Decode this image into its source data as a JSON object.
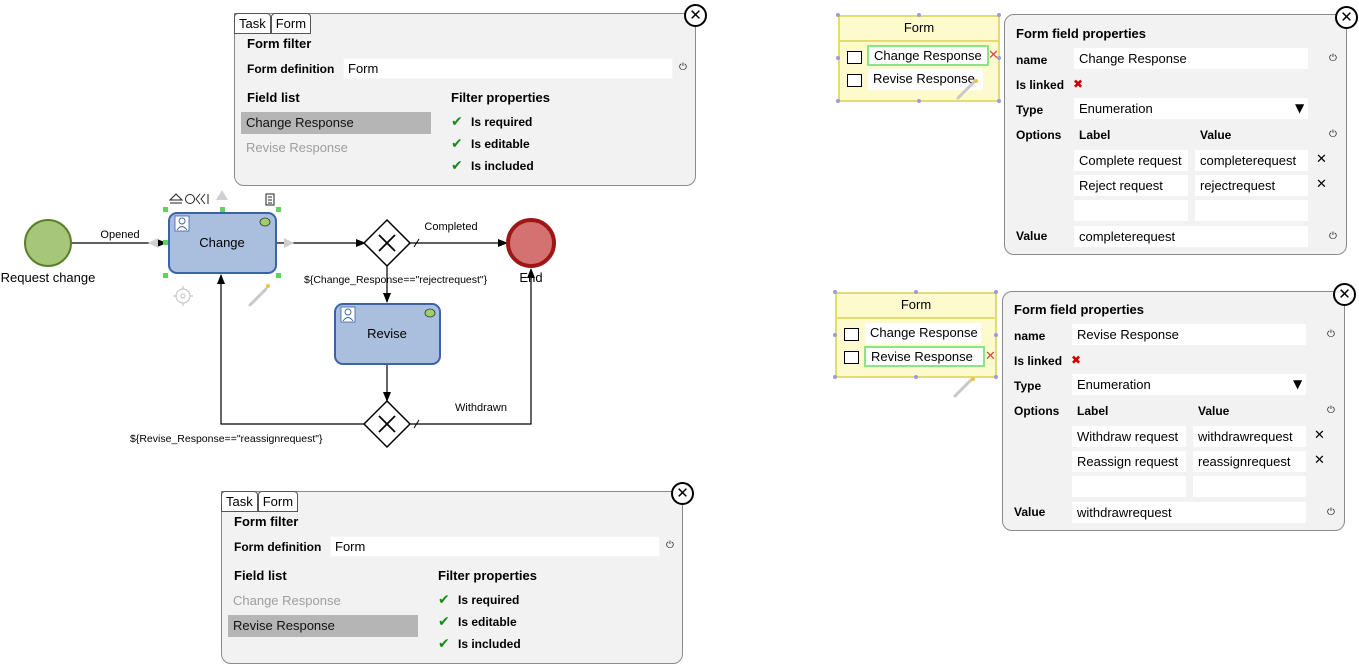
{
  "process": {
    "start_label": "Request change",
    "end_label": "End",
    "task_change": "Change",
    "task_revise": "Revise",
    "flow_opened": "Opened",
    "flow_completed": "Completed",
    "flow_withdrawn": "Withdrawn",
    "cond_reject": "${Change_Response==\"rejectrequest\"}",
    "cond_reassign": "${Revise_Response==\"reassignrequest\"}"
  },
  "filter_top": {
    "tabs": [
      "Task",
      "Form"
    ],
    "title": "Form filter",
    "definition_label": "Form definition",
    "definition_value": "Form",
    "field_list_label": "Field list",
    "fields": [
      "Change Response",
      "Revise Response"
    ],
    "selected_index": 0,
    "filter_props_label": "Filter properties",
    "props": [
      "Is required",
      "Is editable",
      "Is included"
    ]
  },
  "filter_bottom": {
    "tabs": [
      "Task",
      "Form"
    ],
    "title": "Form filter",
    "definition_label": "Form definition",
    "definition_value": "Form",
    "field_list_label": "Field list",
    "fields": [
      "Change Response",
      "Revise Response"
    ],
    "selected_index": 1,
    "filter_props_label": "Filter properties",
    "props": [
      "Is required",
      "Is editable",
      "Is included"
    ]
  },
  "form_top": {
    "title": "Form",
    "items": [
      "Change Response",
      "Revise Response"
    ],
    "selected_index": 0
  },
  "form_bottom": {
    "title": "Form",
    "items": [
      "Change Response",
      "Revise Response"
    ],
    "selected_index": 1
  },
  "props_top": {
    "title": "Form field properties",
    "name_label": "name",
    "name_value": "Change Response",
    "linked_label": "Is linked",
    "type_label": "Type",
    "type_value": "Enumeration",
    "options_label": "Options",
    "col_label": "Label",
    "col_value": "Value",
    "options": [
      {
        "label": "Complete request",
        "value": "completerequest"
      },
      {
        "label": "Reject request",
        "value": "rejectrequest"
      }
    ],
    "value_label": "Value",
    "value_value": "completerequest"
  },
  "props_bottom": {
    "title": "Form field properties",
    "name_label": "name",
    "name_value": "Revise Response",
    "linked_label": "Is linked",
    "type_label": "Type",
    "type_value": "Enumeration",
    "options_label": "Options",
    "col_label": "Label",
    "col_value": "Value",
    "options": [
      {
        "label": "Withdraw request",
        "value": "withdrawrequest"
      },
      {
        "label": "Reassign request",
        "value": "reassignrequest"
      }
    ],
    "value_label": "Value",
    "value_value": "withdrawrequest"
  },
  "colors": {
    "start_fill": "#a6c77a",
    "end_fill": "#d47272",
    "end_stroke": "#a01515",
    "task_fill": "#a9bfdd",
    "task_stroke": "#3a63a8",
    "form_fill": "#fdfacd",
    "check": "#1a8a1a"
  }
}
